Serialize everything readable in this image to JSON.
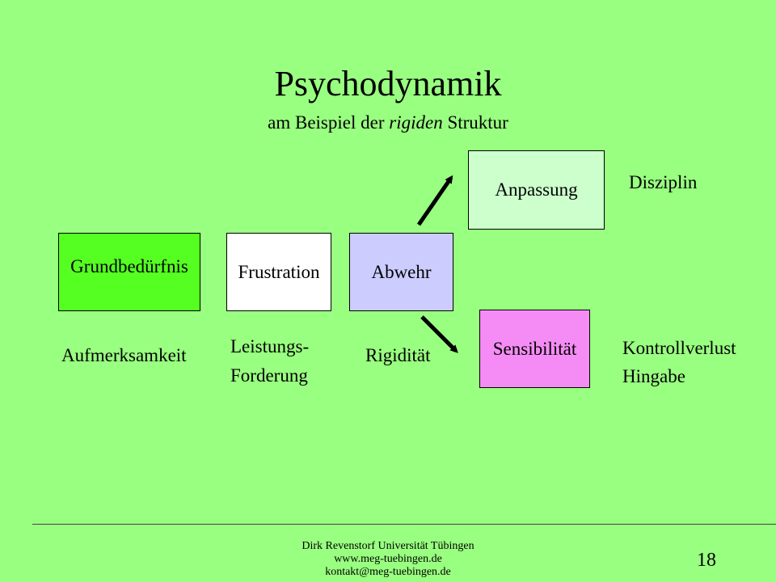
{
  "title": "Psychodynamik",
  "subtitle": {
    "prefix": "am Beispiel der ",
    "emphasis": "rigiden",
    "suffix": " Struktur"
  },
  "boxes": {
    "grundbeduerfnis": {
      "label": "Grundbedürfnis",
      "color": "#55ff22"
    },
    "frustration": {
      "label": "Frustration",
      "color": "#ffffff"
    },
    "abwehr": {
      "label": "Abwehr",
      "color": "#ccccff"
    },
    "anpassung": {
      "label": "Anpassung",
      "color": "#ccffcc"
    },
    "sensibilitaet": {
      "label": "Sensibilität",
      "color": "#f58cf5"
    }
  },
  "labels": {
    "aufmerksamkeit": "Aufmerksamkeit",
    "leistungs": "Leistungs-",
    "forderung": "Forderung",
    "rigiditaet": "Rigidität",
    "disziplin": "Disziplin",
    "kontrollverlust": "Kontrollverlust",
    "hingabe": "Hingabe"
  },
  "footer": {
    "line1": "Dirk Revenstorf  Universität Tübingen",
    "line2": "www.meg-tuebingen.de",
    "line3": "kontakt@meg-tuebingen.de"
  },
  "page_number": "18"
}
